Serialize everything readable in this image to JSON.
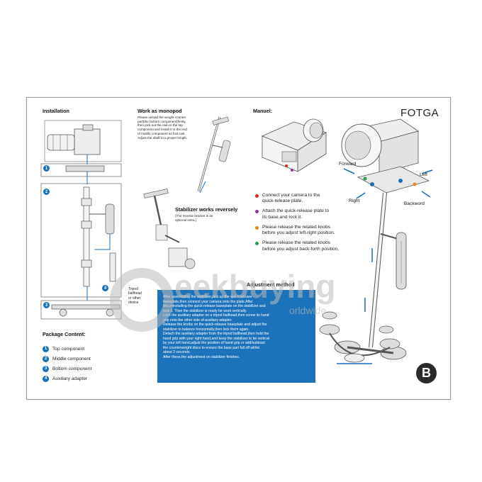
{
  "brand": "FOTGA",
  "page_letter": "B",
  "installation": {
    "title": "Installation",
    "steps": [
      "1",
      "2",
      "3",
      "4"
    ],
    "tripod_note": "Tripod ballhead or other device"
  },
  "monopod": {
    "title": "Work as monopod",
    "text": [
      "Please unload the weight-counter",
      "part(the bottom component)firstly,",
      "then pick out the nail on the top",
      "component and install it to the end",
      "of middle component as foot nail.",
      "Adjust the shaft to a proper length."
    ]
  },
  "reversely": {
    "title": "Stabilizer works reversely",
    "text": [
      "(The reverse bracket is an",
      "optional extra.)"
    ]
  },
  "manual": {
    "title": "Manuel:",
    "bullets": [
      {
        "color": "#d22b2b",
        "lines": [
          "Connect your camera to the",
          "quick-release plate."
        ]
      },
      {
        "color": "#8e3a8e",
        "lines": [
          "Attach the quick-release plate to",
          "its base,and lock it."
        ]
      },
      {
        "color": "#e58a1f",
        "lines": [
          "Please release the related knobs",
          "before you adjust left-right position."
        ]
      },
      {
        "color": "#2d9a4a",
        "lines": [
          "Please release the related knobs",
          "before you adjust back-forth position."
        ]
      }
    ],
    "directions": {
      "forward": "Forward",
      "left": "Left",
      "right": "Right",
      "backward": "Backword"
    }
  },
  "package": {
    "title": "Package Content:",
    "items": [
      {
        "num": "1",
        "label": "Top component"
      },
      {
        "num": "2",
        "label": "Middle component"
      },
      {
        "num": "3",
        "label": "Bottom component"
      },
      {
        "num": "4",
        "label": "Auxiliary adapter"
      }
    ]
  },
  "adjustment": {
    "title": "Adjustment method",
    "lines": [
      "After assembling the stabilizer,pick up the quick-release",
      "baseplate,then connect your camera onto the plate.After",
      "this,reinstalling the quick-release baseplate on the stabilizer and",
      "lock it. Then the stabilizer is ready for work vertically.",
      "Lock the auxiliary adapter on a tripod ballhead,then screw its hand",
      "grip onto the other side of auxiliary adapter.",
      "Release the knobs on the quick-release baseplate and adjust the",
      "stabilizer to balance horizontally,then lock them again.",
      "Detach the auxiliary adapter from the tripod ballhead,then hold the",
      "hand grip with your right hand,and keep the stabilizer to be vertical",
      "by your left hand,adjust the position of hand grip or add/subtract",
      "the counterweight discs to ensure the base part fall off within",
      "about 2 seconds.",
      "After these,the adjustment on stabilizer finishes."
    ]
  },
  "watermark": {
    "text": "eekbuying",
    "sub": "orldwide"
  }
}
